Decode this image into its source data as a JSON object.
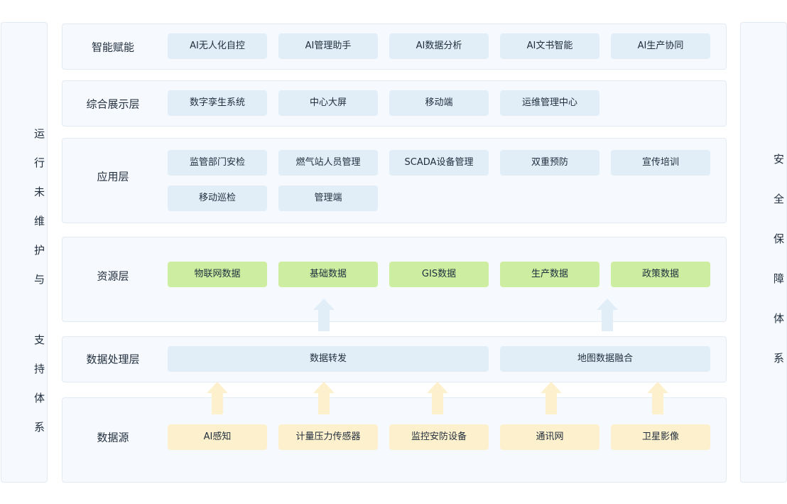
{
  "left_column": {
    "label": "运行未维护与 支持体系"
  },
  "right_column": {
    "label": "安全保障体系"
  },
  "layers": [
    {
      "title": "智能赋能",
      "items": [
        "AI无人化自控",
        "AI管理助手",
        "AI数据分析",
        "AI文书智能",
        "AI生产协同"
      ]
    },
    {
      "title": "综合展示层",
      "items": [
        "数字孪生系统",
        "中心大屏",
        "移动端",
        "运维管理中心"
      ]
    },
    {
      "title": "应用层",
      "items": [
        "监管部门安检",
        "燃气站人员管理",
        "SCADA设备管理",
        "双重预防",
        "宣传培训",
        "移动巡检",
        "管理端"
      ]
    },
    {
      "title": "资源层",
      "items": [
        "物联网数据",
        "基础数据",
        "GIS数据",
        "生产数据",
        "政策数据"
      ]
    },
    {
      "title": "数据处理层",
      "items": [
        "数据转发",
        "地图数据融合"
      ]
    },
    {
      "title": "数据源",
      "items": [
        "AI感知",
        "计量压力传感器",
        "监控安防设备",
        "通讯网",
        "卫星影像"
      ]
    }
  ],
  "colors": {
    "panel_bg": "#f6f9fd",
    "chip_blue": "#e1eef8",
    "chip_green": "#cdeea0",
    "chip_yellow": "#fdf0cc",
    "text": "#1f2d3d"
  }
}
